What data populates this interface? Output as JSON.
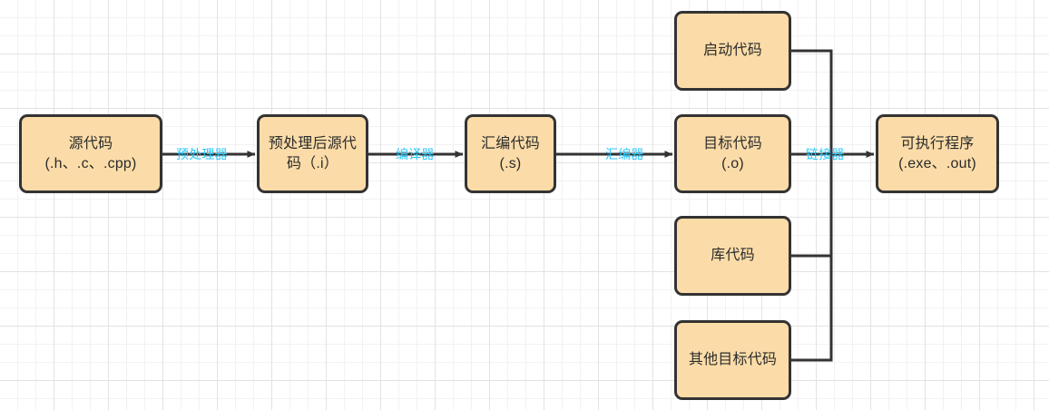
{
  "diagram": {
    "title_text": "",
    "colors": {
      "node_fill": "#fbdca8",
      "node_border": "#333333",
      "edge_line": "#333333",
      "edge_label": "#29c5f6",
      "grid_minor": "#f2f2f2",
      "grid_major": "#e3e3e3",
      "background": "#ffffff"
    },
    "nodes": [
      {
        "id": "source-code",
        "line1": "源代码",
        "line2": "(.h、.c、.cpp)"
      },
      {
        "id": "preprocessed-source",
        "line1": "预处理后源代",
        "line2": "码（.i）"
      },
      {
        "id": "assembly-code",
        "line1": "汇编代码",
        "line2": "(.s)"
      },
      {
        "id": "object-code",
        "line1": "目标代码",
        "line2": "(.o)"
      },
      {
        "id": "executable-program",
        "line1": "可执行程序",
        "line2": "(.exe、.out)"
      },
      {
        "id": "startup-code",
        "line1": "启动代码",
        "line2": ""
      },
      {
        "id": "library-code",
        "line1": "库代码",
        "line2": ""
      },
      {
        "id": "other-object-code",
        "line1": "其他目标代码",
        "line2": ""
      }
    ],
    "edge_labels": [
      {
        "id": "preprocessor",
        "text": "预处理器"
      },
      {
        "id": "compiler",
        "text": "编译器"
      },
      {
        "id": "assembler",
        "text": "汇编器"
      },
      {
        "id": "linker",
        "text": "链接器"
      }
    ]
  }
}
